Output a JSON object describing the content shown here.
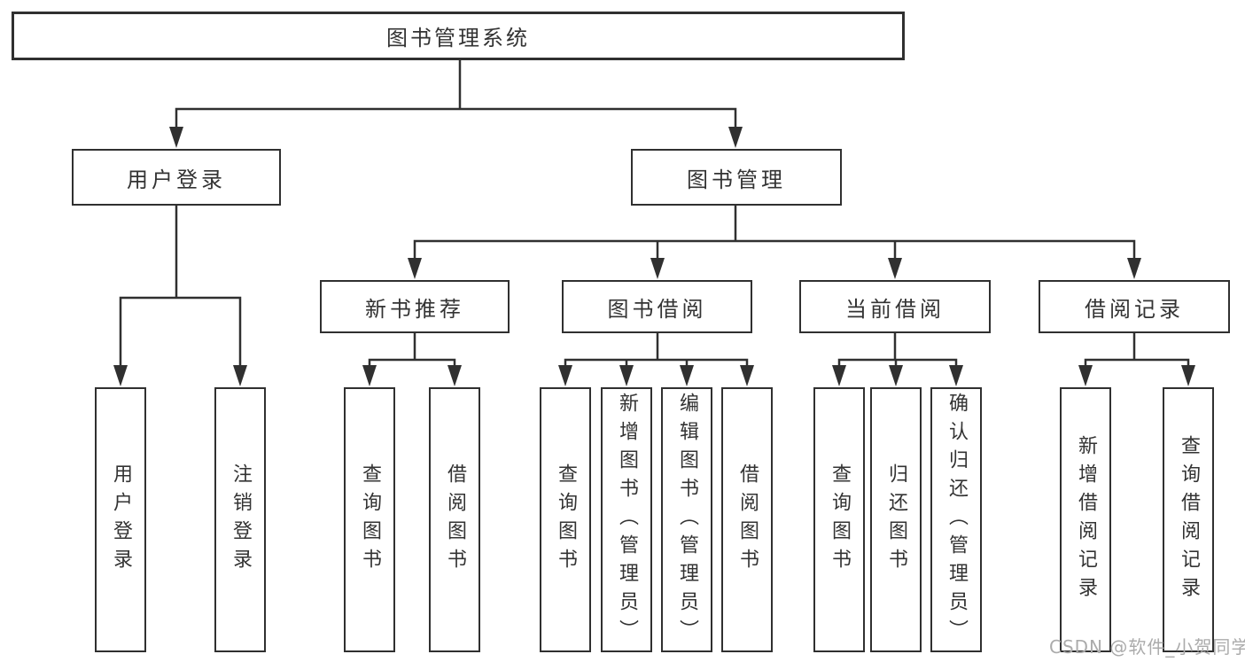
{
  "diagram": {
    "root": {
      "label": "图书管理系统"
    },
    "branches": [
      {
        "label": "用户登录",
        "children": [
          {
            "label": "用户登录"
          },
          {
            "label": "注销登录"
          }
        ]
      },
      {
        "label": "图书管理",
        "sections": [
          {
            "label": "新书推荐",
            "children": [
              {
                "label": "查询图书"
              },
              {
                "label": "借阅图书"
              }
            ]
          },
          {
            "label": "图书借阅",
            "children": [
              {
                "label": "查询图书"
              },
              {
                "label": "新增图书（管理员）"
              },
              {
                "label": "编辑图书（管理员）"
              },
              {
                "label": "借阅图书"
              }
            ]
          },
          {
            "label": "当前借阅",
            "children": [
              {
                "label": "查询图书"
              },
              {
                "label": "归还图书"
              },
              {
                "label": "确认归还（管理员）"
              }
            ]
          },
          {
            "label": "借阅记录",
            "children": [
              {
                "label": "新增借阅记录"
              },
              {
                "label": "查询借阅记录"
              }
            ]
          }
        ]
      }
    ]
  },
  "watermark": {
    "text": "CSDN @软件_小贺同学"
  },
  "colors": {
    "line": "#303030",
    "text": "#333333",
    "background": "#ffffff",
    "watermark": "#ababab"
  }
}
